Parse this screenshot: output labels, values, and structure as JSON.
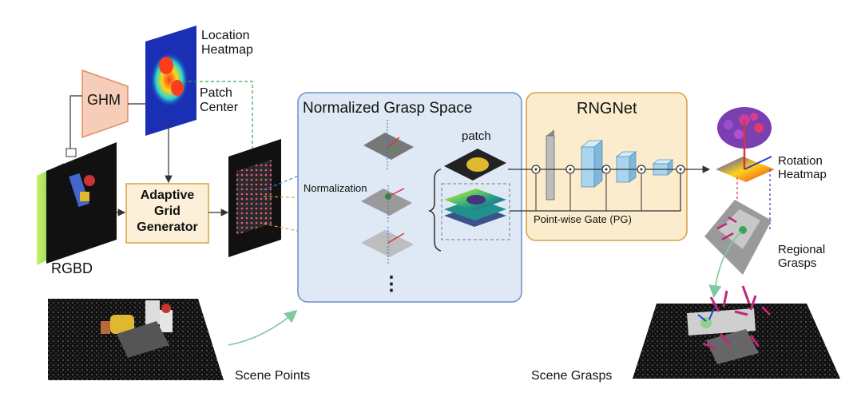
{
  "labels": {
    "ghm": "GHM",
    "location_heatmap": [
      "Location",
      "Heatmap"
    ],
    "patch_center": [
      "Patch",
      "Center"
    ],
    "rgbd": "RGBD",
    "adaptive_grid_generator": [
      "Adaptive",
      "Grid",
      "Generator"
    ],
    "normalized_grasp_space": "Normalized Grasp Space",
    "normalization": "Normalization",
    "patch": "patch",
    "ellipsis": "⋮",
    "rngnet": "RNGNet",
    "point_wise_gate": "Point-wise Gate (PG)",
    "rotation_heatmap": [
      "Rotation",
      "Heatmap"
    ],
    "regional_grasps": [
      "Regional",
      "Grasps"
    ],
    "scene_points": "Scene Points",
    "scene_grasps": "Scene Grasps"
  },
  "colors": {
    "ghm_fill": "#f6cdb8",
    "ghm_stroke": "#e08c62",
    "agg_fill": "#fdf0d8",
    "agg_stroke": "#d9a441",
    "ngs_fill": "#dfe9f6",
    "ngs_stroke": "#6b8fc6",
    "rngnet_fill": "#fbeccd",
    "rngnet_stroke": "#d4a048",
    "layer_fill": "#a9d5ef",
    "heatmap_blue": "#1b2fb5",
    "grasp_magenta": "#c2267a",
    "curve_green": "#7fc9a0"
  }
}
